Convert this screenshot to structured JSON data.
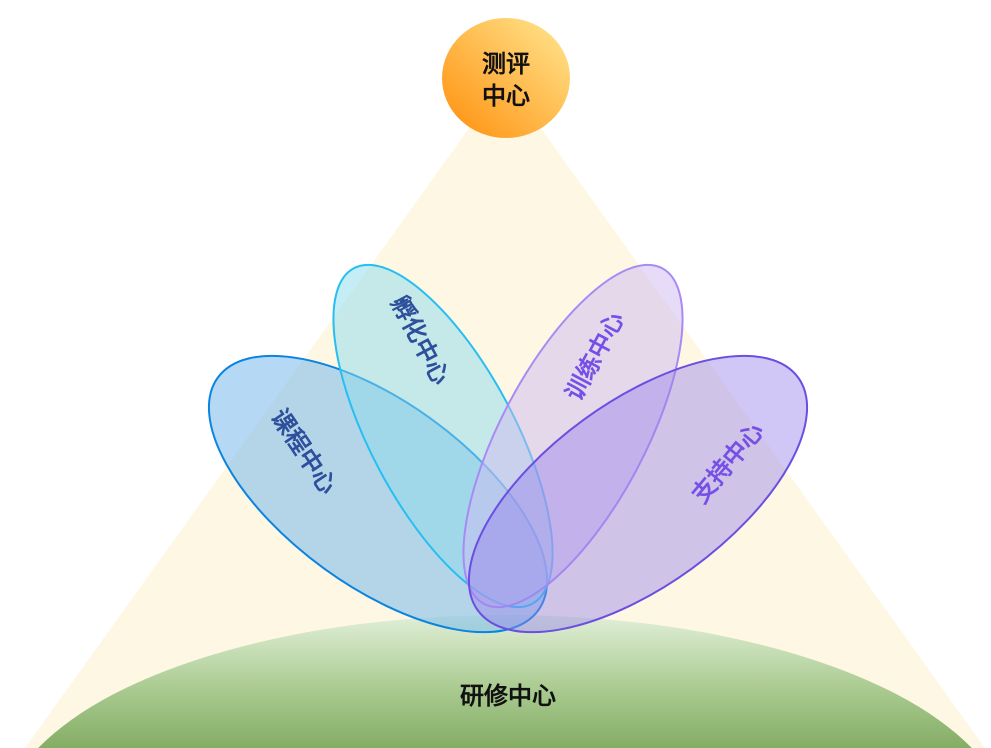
{
  "diagram": {
    "top_node": {
      "line1": "测评",
      "line2": "中心"
    },
    "base_node": {
      "label": "研修中心"
    },
    "petals": [
      {
        "label": "课程中心"
      },
      {
        "label": "孵化中心"
      },
      {
        "label": "训练中心"
      },
      {
        "label": "支持中心"
      }
    ]
  },
  "colors": {
    "beam": "#fdf7e4",
    "orange_top": "#ffe08a",
    "orange_bottom": "#ff9410",
    "green_top": "#dfeed6",
    "green_bottom": "#84ad65",
    "petal_text_blue": "#2d4f9c",
    "petal_text_purple": "#7650e6"
  }
}
